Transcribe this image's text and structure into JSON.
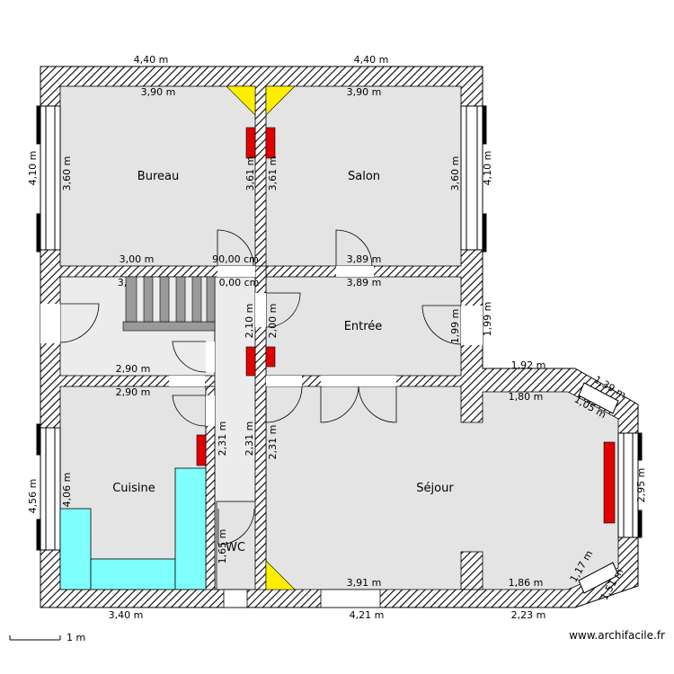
{
  "plan": {
    "rooms": {
      "bureau": "Bureau",
      "salon": "Salon",
      "entree": "Entrée",
      "cuisine": "Cuisine",
      "sejour": "Séjour",
      "wc": "WC"
    },
    "dimensions": {
      "top_left_outer": "4,40 m",
      "top_right_outer": "4,40 m",
      "bureau_top": "3,90 m",
      "salon_top": "3,90 m",
      "left_outer_upper": "4,10 m",
      "bureau_left": "3,60 m",
      "bureau_right": "3,61 m",
      "salon_left": "3,61 m",
      "salon_right": "3,60 m",
      "right_outer_upper": "4,10 m",
      "bureau_bottom": "3,00 m",
      "angle": "90,00 cm",
      "salon_bottom": "3,89 m",
      "stair_top": "3,",
      "hall_small": "0,00 cm",
      "entree_top": "3,89 m",
      "hall_vert_1": "2,10 m",
      "hall_vert_2": "2,00 m",
      "entree_right": "1,99 m",
      "entree_right_outer": "1,99 m",
      "stair_bottom": "2,90 m",
      "cuisine_top": "2,90 m",
      "bay_top": "1,92 m",
      "sejour_top_right": "1,80 m",
      "bay_diag_outer": "1,39 m",
      "bay_diag_inner": "1,05 m",
      "wc_hall_1": "2,31 m",
      "wc_hall_2": "2,31 m",
      "sejour_left": "2,31 m",
      "bay_right": "2,95 m",
      "cuisine_left": "4,06 m",
      "left_outer_lower": "4,56 m",
      "wc_height": "1,65 m",
      "sejour_bottom": "3,91 m",
      "sejour_bottom_right": "1,86 m",
      "bay_diag_lower_inner": "1,17 m",
      "bay_diag_lower_outer": "1,51 m",
      "bottom_left_outer": "3,40 m",
      "bottom_mid_outer": "4,21 m",
      "bottom_right_outer": "2,23 m"
    },
    "scale_label": "1 m",
    "watermark": "www.archifacile.fr"
  },
  "colors": {
    "wall_fill": "#ffffff",
    "wall_hatch": "#000000",
    "floor": "#e4e4e4",
    "hall_floor": "#ececec",
    "radiator": "#e00000",
    "stairs": "#9a9a9a",
    "counter": "#80ffff",
    "triangle": "#ffee00"
  }
}
